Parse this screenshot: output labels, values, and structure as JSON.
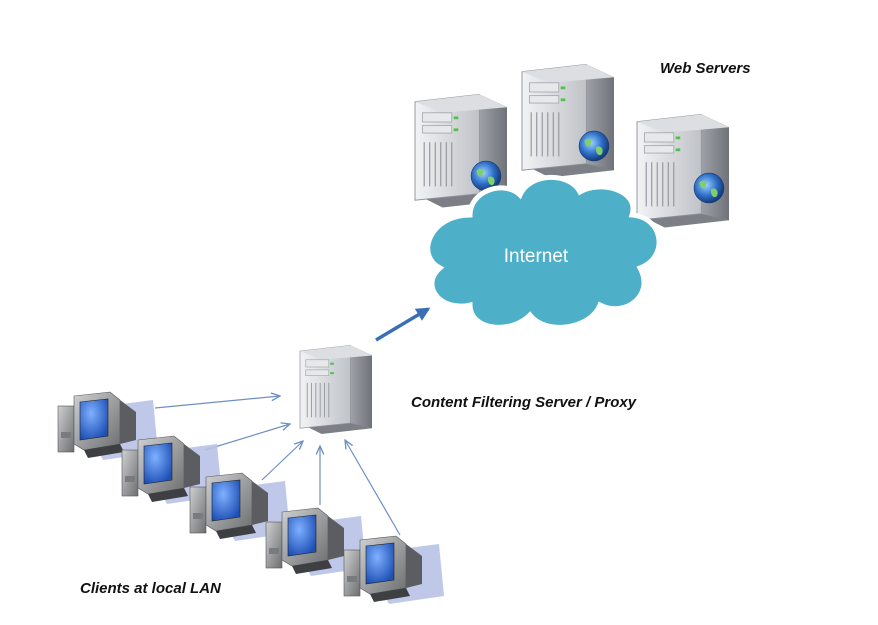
{
  "labels": {
    "web_servers": "Web Servers",
    "internet": "Internet",
    "proxy": "Content Filtering Server / Proxy",
    "clients": "Clients at local LAN"
  },
  "colors": {
    "cloud": "#4db0c8",
    "cloud_edge": "#ffffff",
    "arrow_thin": "#6d8fc4",
    "arrow_thick": "#3a6fb5",
    "screen": "#2f6fd6",
    "monitor_body": "#9a9a9a",
    "server_body": "#c9cbcf",
    "shadow": "#b8c2e6"
  },
  "icons": [
    "server-icon",
    "globe-icon",
    "cloud-icon",
    "computer-icon",
    "arrow-icon"
  ]
}
